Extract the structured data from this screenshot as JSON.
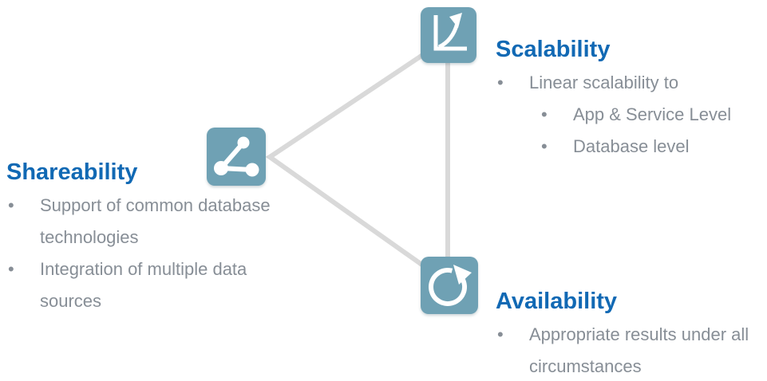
{
  "palette": {
    "accent-blue": "#1169B4",
    "icon-teal": "#6FA1B4",
    "line-gray": "#D9D9D9",
    "text-gray": "#878E96"
  },
  "connector": {
    "shape": "triangle",
    "description": "light gray triangle linking the three concept icons"
  },
  "sections": [
    {
      "id": "scalability",
      "icon": "growth-chart-icon",
      "title": "Scalability",
      "bullets": [
        {
          "level": 1,
          "text": "Linear scalability to"
        },
        {
          "level": 2,
          "text": "App & Service Level"
        },
        {
          "level": 2,
          "text": "Database level"
        }
      ]
    },
    {
      "id": "shareability",
      "icon": "share-nodes-icon",
      "title": "Shareability",
      "bullets": [
        {
          "level": 1,
          "text": "Support of common database technologies"
        },
        {
          "level": 1,
          "text": "Integration of multiple data sources"
        }
      ]
    },
    {
      "id": "availability",
      "icon": "circular-arrow-icon",
      "title": "Availability",
      "bullets": [
        {
          "level": 1,
          "text": "Appropriate results under all circumstances"
        }
      ]
    }
  ]
}
